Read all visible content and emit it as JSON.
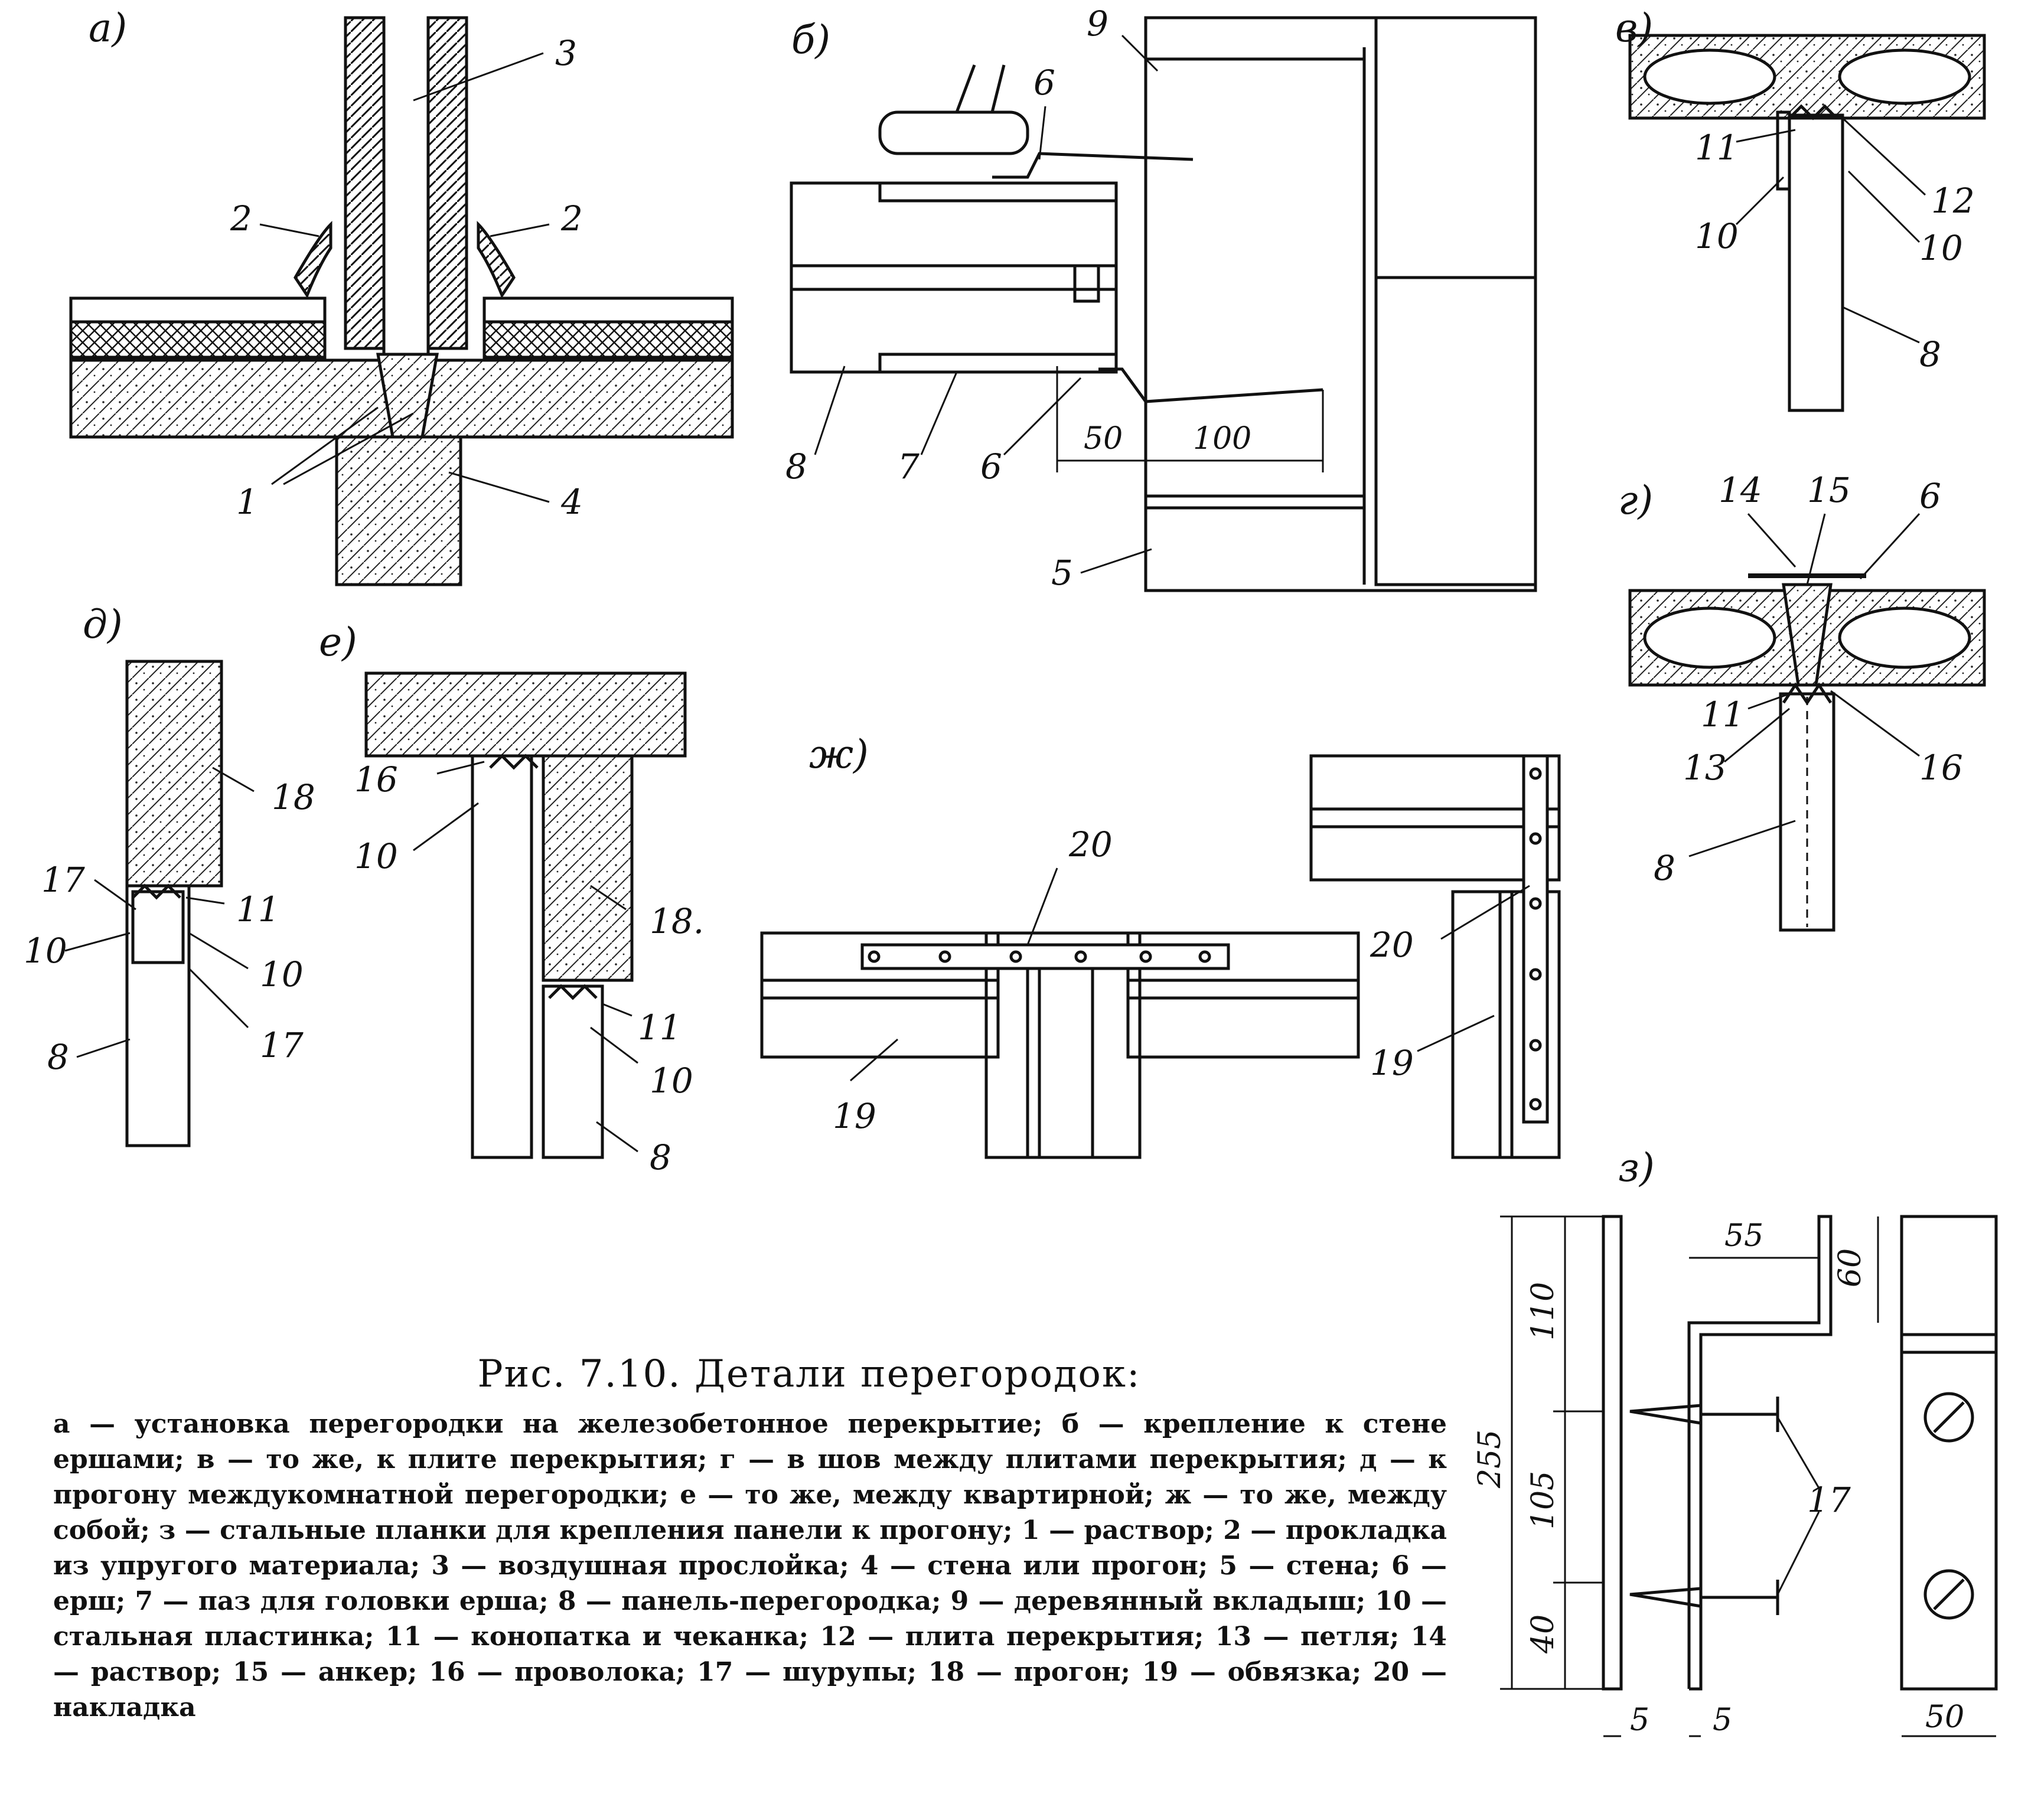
{
  "figure": {
    "title": "Рис. 7.10. Детали перегородок:",
    "caption": "а — установка перегородки на железобетонное перекрытие; б — крепление к стене ершами; в — то же, к плите перекрытия; г — в шов между плитами перекрытия; д — к прогону междукомнатной перегородки; е — то же, между квартирной; ж — то же, между собой; з — стальные планки для крепления панели к прогону; 1 — раствор; 2 — прокладка из упругого материала; 3 — воздушная прослойка; 4 — стена или прогон; 5 — стена; 6 — ерш; 7 — паз для головки ерша; 8 — панель-перегородка; 9 — деревянный вкладыш; 10 — стальная пластинка; 11 — конопатка и чеканка; 12 — плита перекрытия; 13 — петля; 14 — раствор; 15 — анкер; 16 — проволока; 17 — шурупы; 18 — прогон; 19 — обвязка; 20 — накладка"
  },
  "panels": {
    "a": "а)",
    "b": "б)",
    "v": "в)",
    "g": "г)",
    "d": "д)",
    "e": "е)",
    "zh": "ж)",
    "z": "з)"
  },
  "labels": {
    "n1": "1",
    "n2": "2",
    "n3": "3",
    "n4": "4",
    "n5": "5",
    "n6": "6",
    "n7": "7",
    "n8": "8",
    "n9": "9",
    "n10": "10",
    "n11": "11",
    "n12": "12",
    "n13": "13",
    "n14": "14",
    "n15": "15",
    "n16": "16",
    "n17": "17",
    "n18": "18",
    "n18dot": "18.",
    "n19": "19",
    "n20": "20"
  },
  "dimensions": {
    "d50": "50",
    "d100": "100",
    "d55": "55",
    "d60": "60",
    "d110": "110",
    "d105": "105",
    "d40": "40",
    "d255": "255",
    "d5": "5"
  }
}
